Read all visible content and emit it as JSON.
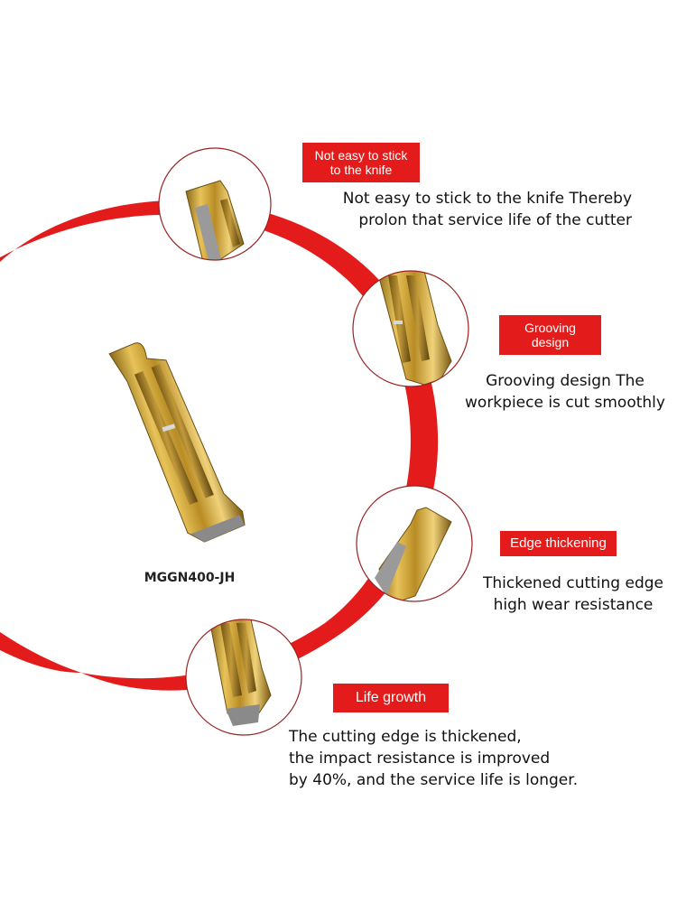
{
  "model": "MGGN400-JH",
  "colors": {
    "accent": "#e31b1b",
    "gold": "#c9a227",
    "text": "#111111"
  },
  "features": [
    {
      "label": "Not easy to stick\nto the knife",
      "description": "Not easy to stick to the knife Thereby\nprolon that service life of the cutter"
    },
    {
      "label": "Grooving design",
      "description": "Grooving design The\nworkpiece is cut smoothly"
    },
    {
      "label": "Edge thickening",
      "description": "Thickened cutting edge\nhigh wear resistance"
    },
    {
      "label": "Life growth",
      "description": "The cutting edge is thickened,\nthe impact resistance is improved\nby 40%, and the service life is longer."
    }
  ]
}
